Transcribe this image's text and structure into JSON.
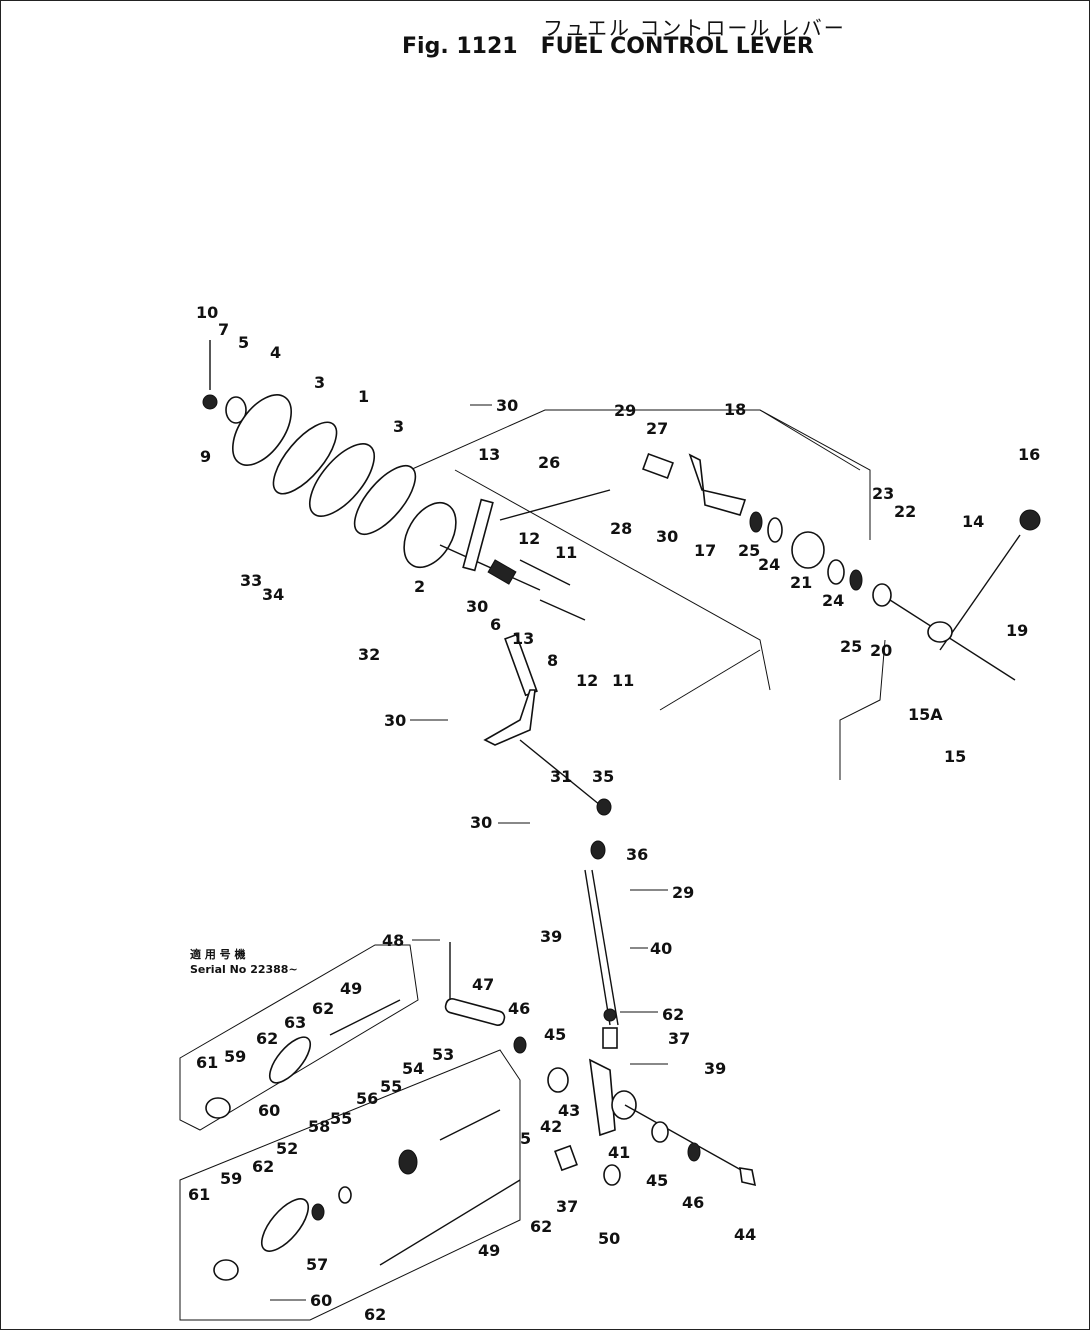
{
  "figure": {
    "title_jp": "フュエル コントロール レバー",
    "title_prefix": "Fig. 1121",
    "title_en": "FUEL CONTROL LEVER"
  },
  "inset": {
    "note_jp": "適 用 号 機",
    "serial": "Serial No 22388~"
  },
  "callouts": [
    {
      "id": "c10",
      "text": "10"
    },
    {
      "id": "c7",
      "text": "7"
    },
    {
      "id": "c5a",
      "text": "5"
    },
    {
      "id": "c4",
      "text": "4"
    },
    {
      "id": "c3a",
      "text": "3"
    },
    {
      "id": "c1",
      "text": "1"
    },
    {
      "id": "c3b",
      "text": "3"
    },
    {
      "id": "c9",
      "text": "9"
    },
    {
      "id": "c30a",
      "text": "30"
    },
    {
      "id": "c29a",
      "text": "29"
    },
    {
      "id": "c27",
      "text": "27"
    },
    {
      "id": "c18",
      "text": "18"
    },
    {
      "id": "c16",
      "text": "16"
    },
    {
      "id": "c13a",
      "text": "13"
    },
    {
      "id": "c26",
      "text": "26"
    },
    {
      "id": "c28",
      "text": "28"
    },
    {
      "id": "c30b",
      "text": "30"
    },
    {
      "id": "c17",
      "text": "17"
    },
    {
      "id": "c23",
      "text": "23"
    },
    {
      "id": "c22",
      "text": "22"
    },
    {
      "id": "c14",
      "text": "14"
    },
    {
      "id": "c12a",
      "text": "12"
    },
    {
      "id": "c11a",
      "text": "11"
    },
    {
      "id": "c25a",
      "text": "25"
    },
    {
      "id": "c24a",
      "text": "24"
    },
    {
      "id": "c21",
      "text": "21"
    },
    {
      "id": "c33",
      "text": "33"
    },
    {
      "id": "c34",
      "text": "34"
    },
    {
      "id": "c2",
      "text": "2"
    },
    {
      "id": "c30c",
      "text": "30"
    },
    {
      "id": "c6",
      "text": "6"
    },
    {
      "id": "c24b",
      "text": "24"
    },
    {
      "id": "c25b",
      "text": "25"
    },
    {
      "id": "c20",
      "text": "20"
    },
    {
      "id": "c19",
      "text": "19"
    },
    {
      "id": "c32",
      "text": "32"
    },
    {
      "id": "c13b",
      "text": "13"
    },
    {
      "id": "c8",
      "text": "8"
    },
    {
      "id": "c15A",
      "text": "15A"
    },
    {
      "id": "c15",
      "text": "15"
    },
    {
      "id": "c12b",
      "text": "12"
    },
    {
      "id": "c11b",
      "text": "11"
    },
    {
      "id": "c30d",
      "text": "30"
    },
    {
      "id": "c31",
      "text": "31"
    },
    {
      "id": "c35",
      "text": "35"
    },
    {
      "id": "c30e",
      "text": "30"
    },
    {
      "id": "c36",
      "text": "36"
    },
    {
      "id": "c29b",
      "text": "29"
    },
    {
      "id": "c48",
      "text": "48"
    },
    {
      "id": "c39a",
      "text": "39"
    },
    {
      "id": "c40",
      "text": "40"
    },
    {
      "id": "c49a",
      "text": "49"
    },
    {
      "id": "c47",
      "text": "47"
    },
    {
      "id": "c46a",
      "text": "46"
    },
    {
      "id": "c62a",
      "text": "62"
    },
    {
      "id": "c62b",
      "text": "62"
    },
    {
      "id": "c63",
      "text": "63"
    },
    {
      "id": "c37a",
      "text": "37"
    },
    {
      "id": "c61a",
      "text": "61"
    },
    {
      "id": "c59a",
      "text": "59"
    },
    {
      "id": "c62c",
      "text": "62"
    },
    {
      "id": "c45a",
      "text": "45"
    },
    {
      "id": "c39b",
      "text": "39"
    },
    {
      "id": "c53",
      "text": "53"
    },
    {
      "id": "c60a",
      "text": "60"
    },
    {
      "id": "c54",
      "text": "54"
    },
    {
      "id": "c55a",
      "text": "55"
    },
    {
      "id": "c56",
      "text": "56"
    },
    {
      "id": "c43",
      "text": "43"
    },
    {
      "id": "c42",
      "text": "42"
    },
    {
      "id": "c58",
      "text": "58"
    },
    {
      "id": "c55b",
      "text": "55"
    },
    {
      "id": "c52",
      "text": "52"
    },
    {
      "id": "c5b",
      "text": "5"
    },
    {
      "id": "c41",
      "text": "41"
    },
    {
      "id": "c45b",
      "text": "45"
    },
    {
      "id": "c61b",
      "text": "61"
    },
    {
      "id": "c59b",
      "text": "59"
    },
    {
      "id": "c62d",
      "text": "62"
    },
    {
      "id": "c46b",
      "text": "46"
    },
    {
      "id": "c44",
      "text": "44"
    },
    {
      "id": "c37b",
      "text": "37"
    },
    {
      "id": "c62e",
      "text": "62"
    },
    {
      "id": "c57",
      "text": "57"
    },
    {
      "id": "c49b",
      "text": "49"
    },
    {
      "id": "c50",
      "text": "50"
    },
    {
      "id": "c60b",
      "text": "60"
    },
    {
      "id": "c62f",
      "text": "62"
    }
  ]
}
